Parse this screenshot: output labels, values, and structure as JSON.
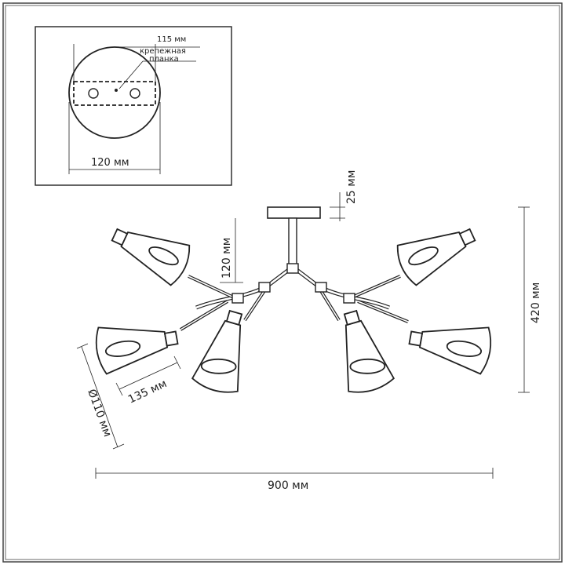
{
  "mount_plate": {
    "plate_width_label": "115 мм",
    "bracket_label_line1": "крепежная",
    "bracket_label_line2": "планка",
    "diameter_label": "120 мм"
  },
  "dimensions": {
    "canopy_height": "25 мм",
    "stem_height": "120 мм",
    "total_height": "420 мм",
    "shade_length": "135 мм",
    "shade_diameter": "Ø110 мм",
    "total_width": "900 мм"
  },
  "colors": {
    "line": "#222222",
    "frame": "#ffffff",
    "border": "#555555"
  }
}
